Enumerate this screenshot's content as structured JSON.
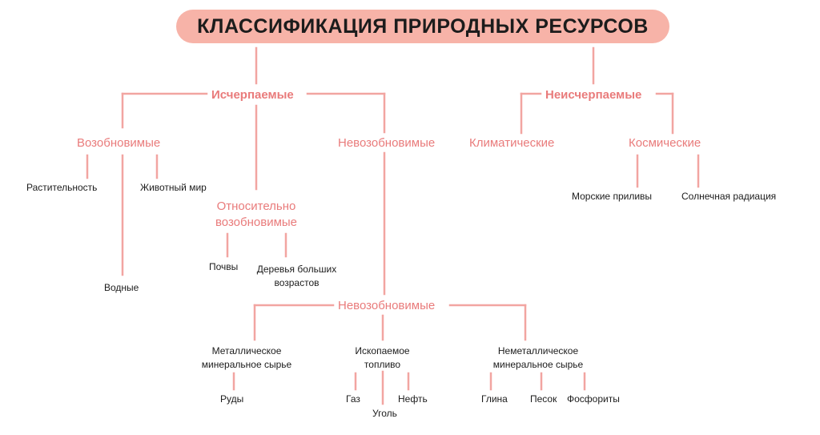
{
  "title": "КЛАССИФИКАЦИЯ ПРИРОДНЫХ РЕСУРСОВ",
  "colors": {
    "accent": "#e97b7b",
    "line": "#f2a5a1",
    "pill": "#f7b3a8",
    "text": "#1c1c1c"
  },
  "exhaustible": {
    "label": "Исчерпаемые",
    "renewable": {
      "label": "Возобновимые",
      "vegetation": "Растительность",
      "animals": "Животный мир",
      "water": "Водные"
    },
    "relatively_renewable": {
      "label_line1": "Относительно",
      "label_line2": "возобновимые",
      "soils": "Почвы",
      "trees_line1": "Деревья больших",
      "trees_line2": "возрастов"
    },
    "nonrenewable": {
      "label": "Невозобновимые"
    }
  },
  "inexhaustible": {
    "label": "Неисчерпаемые",
    "climatic": "Климатические",
    "cosmic": {
      "label": "Космические",
      "tides": "Морские приливы",
      "solar": "Солнечная радиация"
    }
  },
  "nonrenewable_detail": {
    "label": "Невозобновимые",
    "metal": {
      "line1": "Металлическое",
      "line2": "минеральное сырье",
      "ores": "Руды"
    },
    "fuel": {
      "line1": "Ископаемое",
      "line2": "топливо",
      "gas": "Газ",
      "coal": "Уголь",
      "oil": "Нефть"
    },
    "nonmetal": {
      "line1": "Неметаллическое",
      "line2": "минеральное сырье",
      "clay": "Глина",
      "sand": "Песок",
      "phosphorites": "Фосфориты"
    }
  }
}
